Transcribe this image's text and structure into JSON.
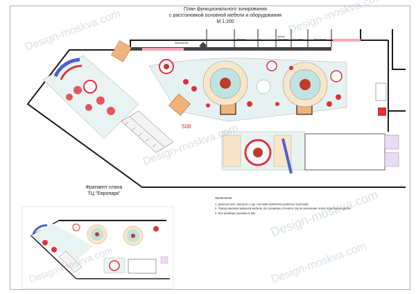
{
  "title": {
    "line1": "План функционального зонирования",
    "line2": "с расстановкой основной мебели и оборудования",
    "line3": "М 1:200"
  },
  "room_labels": [
    "Магазинчик",
    "Терраса",
    "Туалеты",
    "Кухня/ кладовая",
    "Доставка",
    "Техн.склад"
  ],
  "red_number": "508",
  "fragment": {
    "line1": "Фрагмент плана",
    "line2": "ТЦ \"Европарк\""
  },
  "notes": {
    "heading": "Примечания:",
    "items": [
      "1. Данный лист смотреть с др. листами комплекта рабочих чертежей.",
      "2. Перед заказом заказной мебели, все размеры уточнить после окончания этапа отделочных работ.",
      "3. Все размеры указаны в мм."
    ]
  },
  "watermark": "Design-moskva.com",
  "colors": {
    "accent_red": "#e0303a",
    "pink": "#f5a6b6",
    "wall": "#1a1a1a",
    "teal": "#bfe3df",
    "orange": "#f2b37a",
    "blue": "#4a5fd0"
  }
}
